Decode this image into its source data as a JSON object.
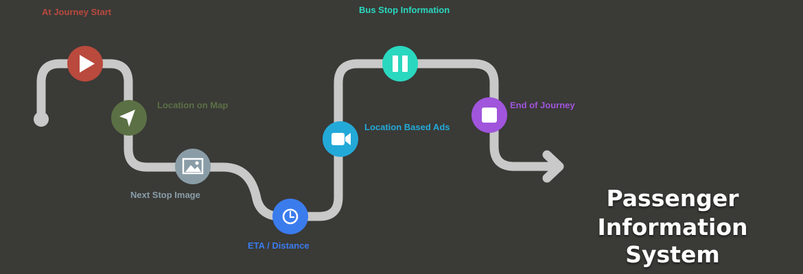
{
  "title_lines": [
    "Passenger",
    "Information System"
  ],
  "colors": {
    "background": "#3a3a37",
    "path": "#c9c9c9",
    "start": "#b94a3d",
    "map": "#5b7044",
    "image": "#7d919c",
    "eta": "#3b7ced",
    "ads": "#23a9d8",
    "busstop": "#2ad8c0",
    "end": "#8a4cc4"
  },
  "steps": [
    {
      "label": "At Journey Start",
      "icon": "play-icon",
      "color": "#b94a3d"
    },
    {
      "label": "Location on Map",
      "icon": "navigation-arrow-icon",
      "color": "#5b7044"
    },
    {
      "label": "Next  Stop Image",
      "icon": "image-icon",
      "color": "#8a9da7"
    },
    {
      "label": "ETA / Distance",
      "icon": "clock-icon",
      "color": "#3b7ced"
    },
    {
      "label": "Location Based Ads",
      "icon": "video-camera-icon",
      "color": "#23a9d8"
    },
    {
      "label": "Bus Stop Information",
      "icon": "pause-icon",
      "color": "#2ad8c0"
    },
    {
      "label": "End of Journey",
      "icon": "stop-icon",
      "color": "#a055dc"
    }
  ]
}
